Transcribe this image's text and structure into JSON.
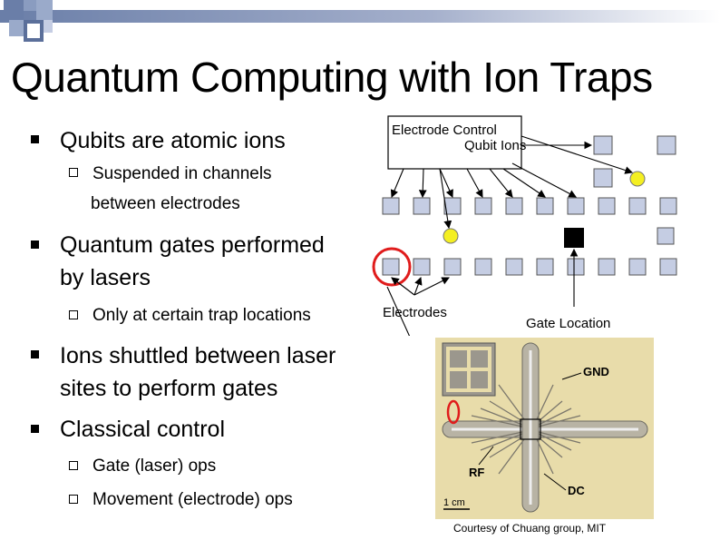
{
  "slide": {
    "title": "Quantum Computing with Ion Traps",
    "bullets": [
      {
        "text": "Qubits are atomic ions",
        "sub": [
          "Suspended in channels",
          "between electrodes"
        ]
      },
      {
        "text": [
          "Quantum gates performed",
          "by lasers"
        ],
        "sub": [
          "Only at certain trap locations"
        ]
      },
      {
        "text": [
          "Ions shuttled between laser",
          "sites to perform gates"
        ]
      },
      {
        "text": "Classical control",
        "sub": [
          "Gate (laser) ops",
          "Movement (electrode) ops"
        ]
      }
    ]
  },
  "diagram": {
    "box_label": "Electrode Control",
    "qubit_label": "Qubit Ions",
    "electrodes_label": "Electrodes",
    "gate_label": "Gate Location"
  },
  "photo": {
    "labels": {
      "gnd": "GND",
      "rf": "RF",
      "dc": "DC",
      "scale": "1 cm"
    },
    "credit": "Courtesy of Chuang group, MIT"
  },
  "colors": {
    "electrode_fill": "#c5cde3",
    "ion_fill": "#f4ef22",
    "highlight_circle": "#e01c1c",
    "gate_square": "#000000",
    "chip_board": "#e8dcaa",
    "decor_squares": "#6a7ea8"
  }
}
